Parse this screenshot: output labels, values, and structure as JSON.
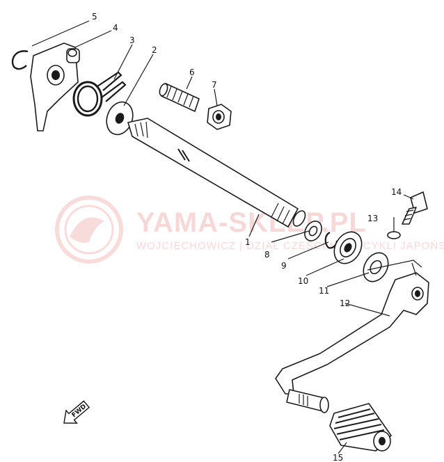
{
  "watermark": {
    "title": "YAMA-SKLEP.PL",
    "subtitle": "WOJCIECHOWICZ | DZIAŁ CZĘŚCI MOTOCYKLI JAPOŃSKICH"
  },
  "direction_badge": "FWD",
  "callouts": [
    {
      "id": "1",
      "label": "1"
    },
    {
      "id": "2",
      "label": "2"
    },
    {
      "id": "3",
      "label": "3"
    },
    {
      "id": "4",
      "label": "4"
    },
    {
      "id": "5",
      "label": "5"
    },
    {
      "id": "6",
      "label": "6"
    },
    {
      "id": "7",
      "label": "7"
    },
    {
      "id": "8",
      "label": "8"
    },
    {
      "id": "9",
      "label": "9"
    },
    {
      "id": "10",
      "label": "10"
    },
    {
      "id": "11",
      "label": "11"
    },
    {
      "id": "12",
      "label": "12"
    },
    {
      "id": "13",
      "label": "13"
    },
    {
      "id": "14",
      "label": "14"
    },
    {
      "id": "15",
      "label": "15"
    }
  ]
}
